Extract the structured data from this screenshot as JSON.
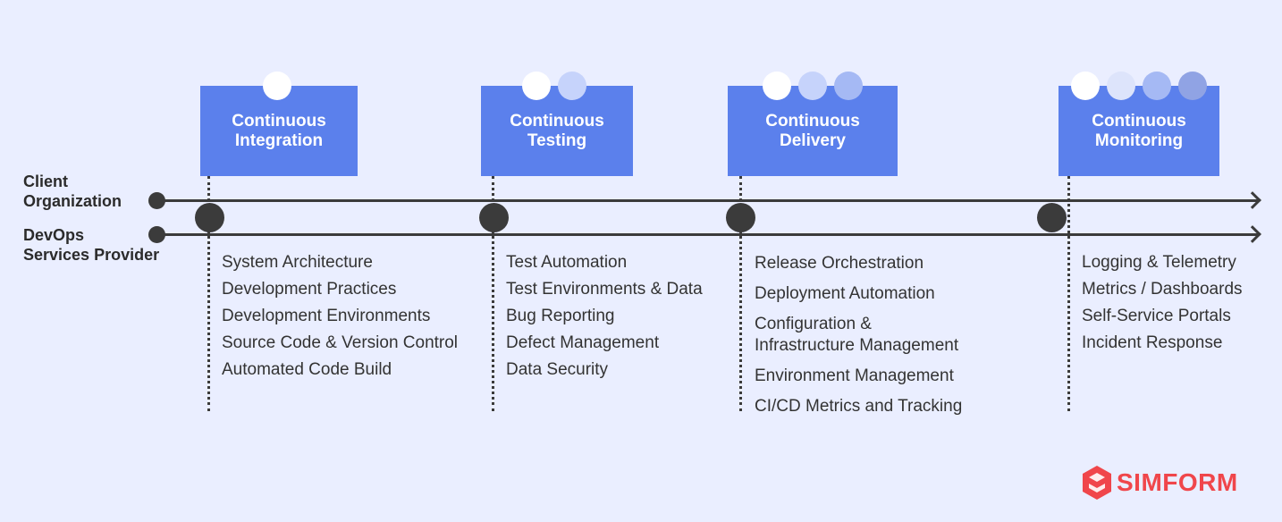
{
  "lanes": {
    "client": [
      "Client",
      "Organization"
    ],
    "provider": [
      "DevOps",
      "Services Provider"
    ]
  },
  "stages": [
    {
      "title": [
        "Continuous",
        "Integration"
      ],
      "bubbles": 1,
      "items": [
        "System Architecture",
        "Development Practices",
        "Development Environments",
        "Source Code & Version Control",
        "Automated Code Build"
      ]
    },
    {
      "title": [
        "Continuous",
        "Testing"
      ],
      "bubbles": 2,
      "items": [
        "Test Automation",
        "Test Environments & Data",
        "Bug Reporting",
        "Defect Management",
        "Data Security"
      ]
    },
    {
      "title": [
        "Continuous",
        "Delivery"
      ],
      "bubbles": 3,
      "items": [
        "Release Orchestration",
        "Deployment Automation",
        "Configuration &",
        "Infrastructure Management",
        "Environment Management",
        "CI/CD Metrics and Tracking"
      ]
    },
    {
      "title": [
        "Continuous",
        "Monitoring"
      ],
      "bubbles": 4,
      "items": [
        "Logging & Telemetry",
        "Metrics / Dashboards",
        "Self-Service Portals",
        "Incident Response"
      ]
    }
  ],
  "logo": {
    "text": "SIMFORM"
  },
  "colors": {
    "box": "#5b80ec",
    "background": "#eaeeff",
    "line": "#3b3b3b",
    "brand": "#f0464b"
  }
}
